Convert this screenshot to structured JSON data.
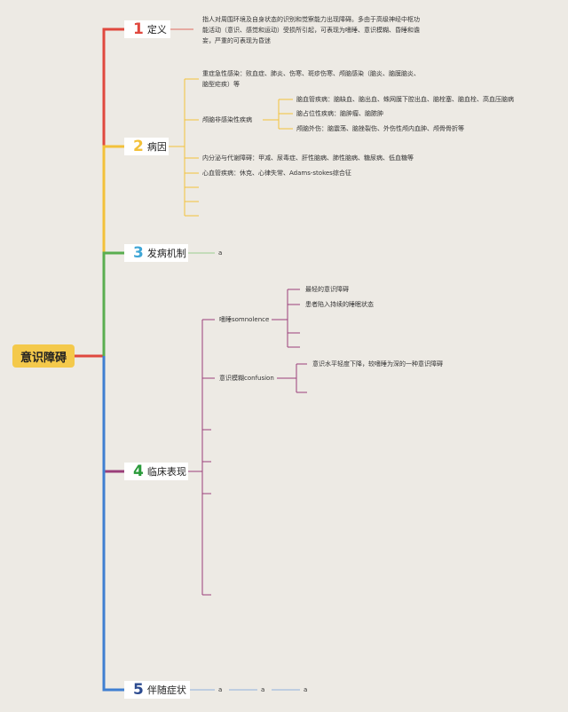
{
  "root": {
    "label": "意识障碍"
  },
  "branches": [
    {
      "num": "1",
      "label": "定义",
      "color": "#e0483e"
    },
    {
      "num": "2",
      "label": "病因",
      "color": "#f3c13a"
    },
    {
      "num": "3",
      "label": "发病机制",
      "color": "#5aae50"
    },
    {
      "num": "4",
      "label": "临床表现",
      "color": "#2a9a3a"
    },
    {
      "num": "5",
      "label": "伴随症状",
      "color": "#3f7fd1"
    }
  ],
  "definition": {
    "line1": "指人对周围环境及自身状态的识别和觉察能力出现障碍。多由于高级神经中枢功",
    "line2": "能活动（意识、感觉和运动）受损所引起，可表现为嗜睡、意识模糊、昏睡和谵",
    "line3": "妄，严重的可表现为昏迷"
  },
  "causes": {
    "infection_line1": "重症急性感染：败血症、肺炎、伤寒、斑疹伤寒、颅脑感染（脑炎、脑膜脑炎、",
    "infection_line2": "脑型疟疾）等",
    "noninfectious": {
      "label": "颅脑非感染性疾病",
      "items": [
        "脑血管疾病：脑缺血、脑出血、蛛网膜下腔出血、脑栓塞、脑血栓、高血压脑病",
        "脑占位性疾病：脑肿瘤、脑脓肿",
        "颅脑外伤：脑震荡、脑挫裂伤、外伤性颅内血肿、颅骨骨折等"
      ]
    },
    "endocrine": "内分泌与代谢障碍：甲减、尿毒症、肝性脑病、肺性脑病、糖尿病、低血糖等",
    "cardio": "心血管疾病：休克、心律失常、Adams-stokes综合征"
  },
  "mechanism": {
    "text": "a"
  },
  "clinical": {
    "somnolence": {
      "label": "嗜睡somnolence",
      "items": [
        "最轻的意识障碍",
        "患者陷入持续的睡眠状态"
      ]
    },
    "confusion": {
      "label": "意识模糊confusion",
      "items": [
        "意识水平轻度下降，较嗜睡为深的一种意识障碍"
      ]
    }
  },
  "accompany": {
    "items": [
      "a",
      "a",
      "a"
    ]
  }
}
